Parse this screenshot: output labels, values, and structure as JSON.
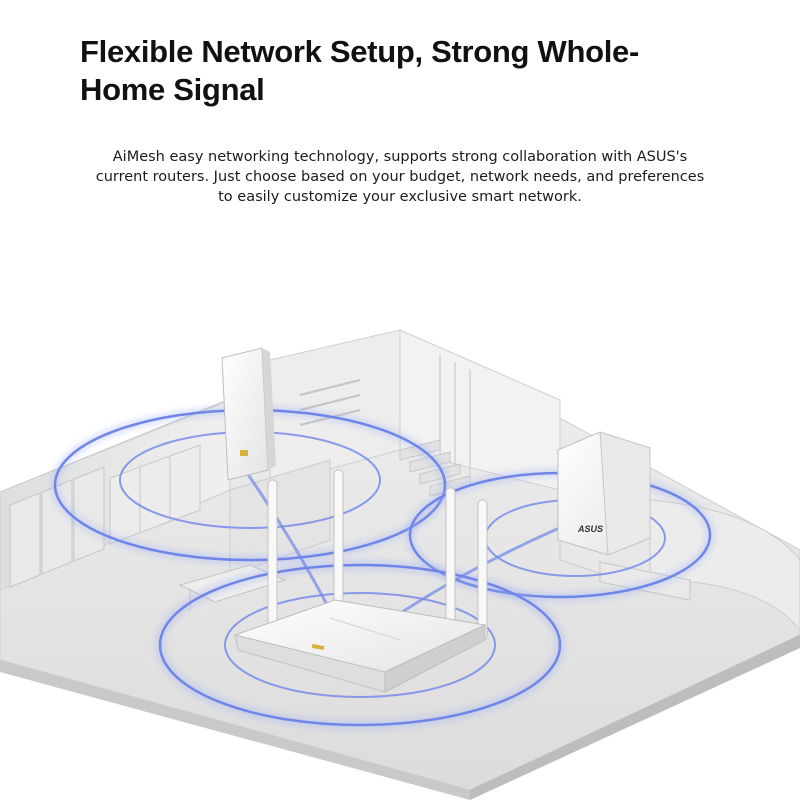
{
  "header": {
    "headline": "Flexible Network Setup, Strong Whole-Home Signal",
    "description": "AiMesh easy networking technology, supports strong collaboration with ASUS's current routers. Just choose based on your budget, network needs, and preferences to easily customize your exclusive smart network."
  },
  "devices": {
    "mesh_node_brand": "ASUS"
  },
  "colors": {
    "signal_ring": "#6f86e8",
    "signal_glow": "#9fb0f4",
    "house": "#e6e6e6",
    "house_shadow": "#cfcfcf",
    "device_white": "#f7f7f7",
    "logo_gold": "#d8b13a"
  }
}
